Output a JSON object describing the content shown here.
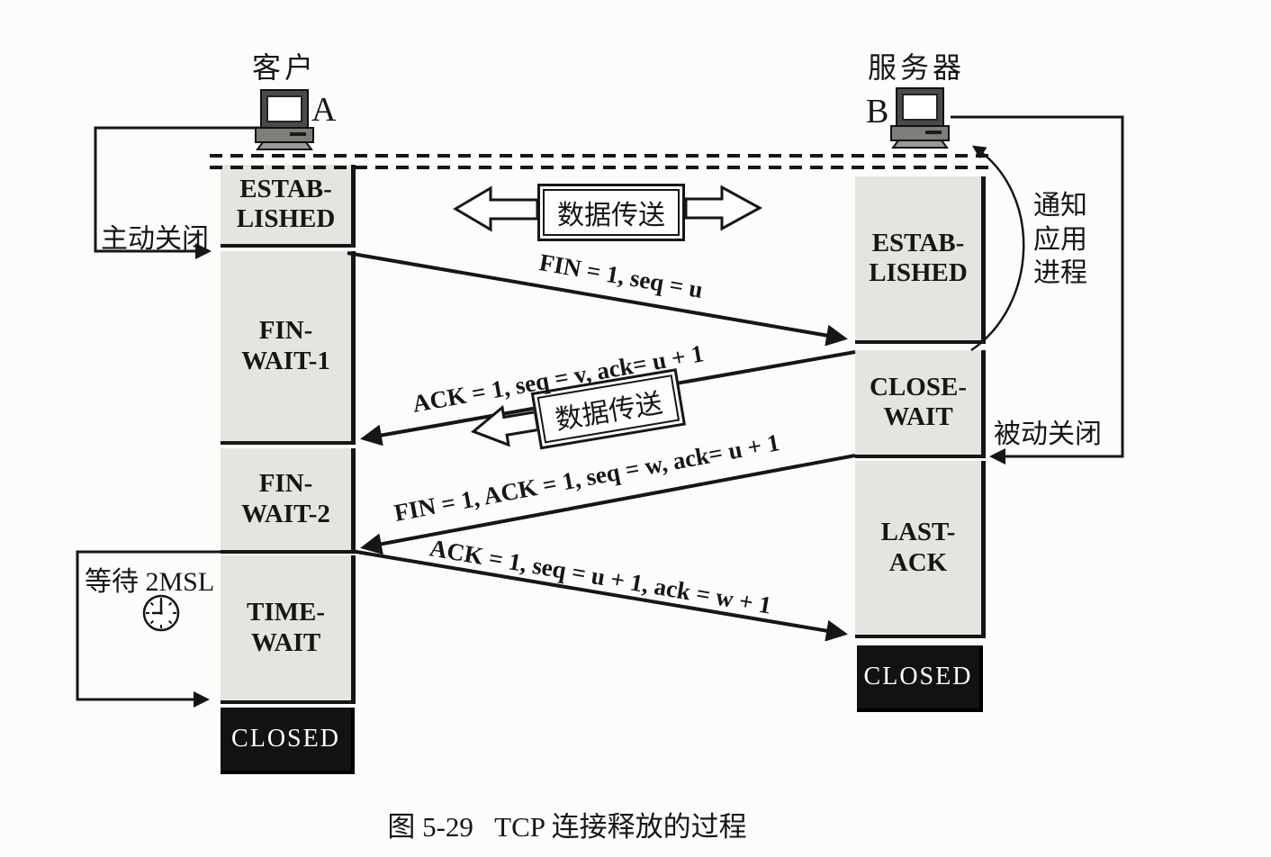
{
  "figure": {
    "caption": "图 5-29   TCP 连接释放的过程"
  },
  "client": {
    "role": "客户",
    "host": "A",
    "states": [
      "ESTAB-\nLISHED",
      "FIN-\nWAIT-1",
      "FIN-\nWAIT-2",
      "TIME-\nWAIT",
      "CLOSED"
    ]
  },
  "server": {
    "role": "服务器",
    "host": "B",
    "states": [
      "ESTAB-\nLISHED",
      "CLOSE-\nWAIT",
      "LAST-\nACK",
      "CLOSED"
    ]
  },
  "messages": [
    {
      "label": "FIN = 1, seq = u",
      "from": "A",
      "to": "B"
    },
    {
      "label": "ACK = 1, seq = v, ack= u + 1",
      "from": "B",
      "to": "A"
    },
    {
      "label": "FIN = 1, ACK = 1, seq = w, ack= u + 1",
      "from": "B",
      "to": "A"
    },
    {
      "label": "ACK = 1, seq = u + 1, ack = w + 1",
      "from": "A",
      "to": "B"
    }
  ],
  "annotations": {
    "active_close": "主动关闭",
    "passive_close": "被动关闭",
    "notify_app": "通知\n应用\n进程",
    "wait_2msl": "等待 2MSL",
    "data_transfer": "数据传送"
  },
  "colors": {
    "state_box_fill": "#e6e4e0",
    "state_box_edge": "#161616",
    "closed_fill": "#121212",
    "closed_text": "#ffffff",
    "ink": "#161616"
  }
}
